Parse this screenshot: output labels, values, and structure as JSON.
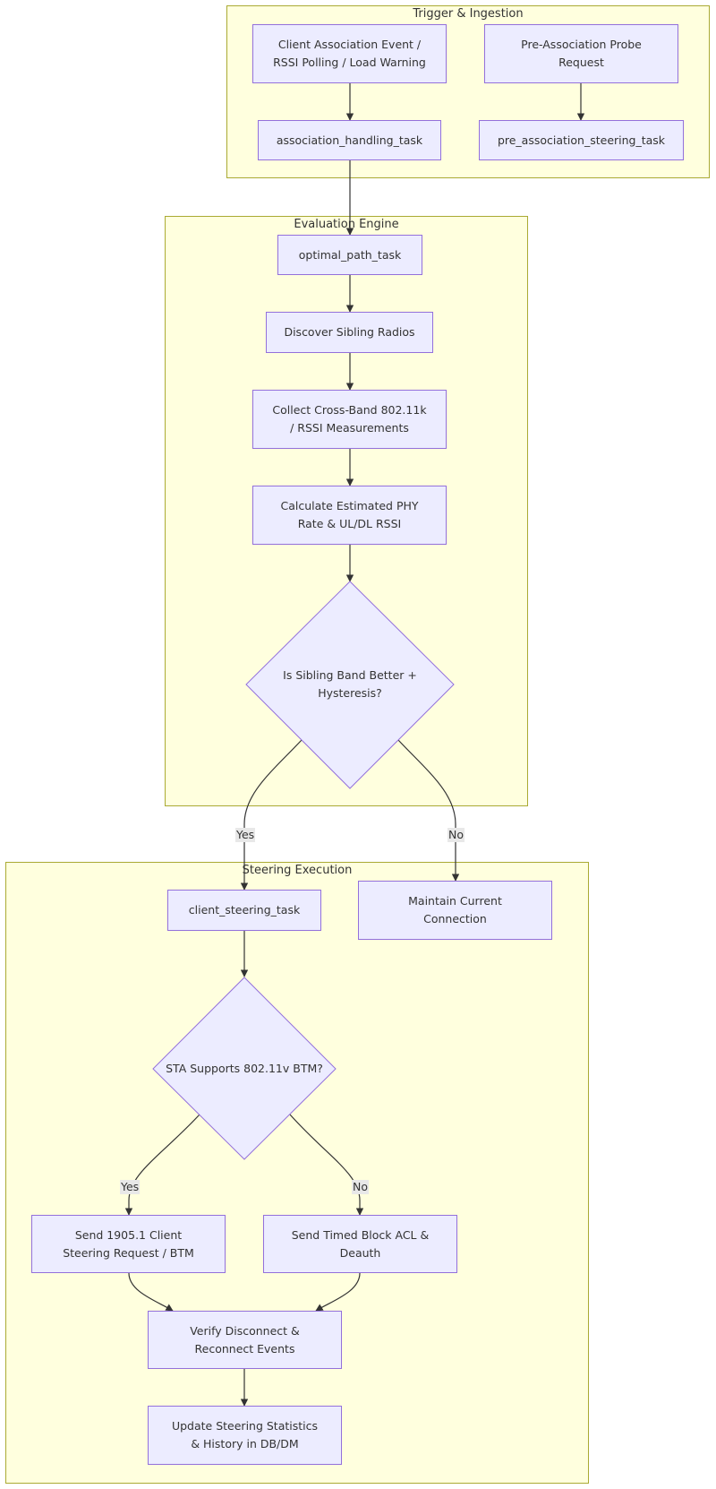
{
  "clusters": {
    "trigger": "Trigger & Ingestion",
    "evaluation": "Evaluation Engine",
    "steering": "Steering Execution"
  },
  "nodes": {
    "client_event": "Client Association Event /\nRSSI Polling / Load Warning",
    "pre_probe": "Pre-Association Probe\nRequest",
    "assoc_task": "association_handling_task",
    "pre_steer_task": "pre_association_steering_task",
    "optimal_path": "optimal_path_task",
    "discover": "Discover Sibling Radios",
    "collect": "Collect Cross-Band 802.11k\n/ RSSI Measurements",
    "calculate": "Calculate Estimated PHY\nRate & UL/DL RSSI",
    "decision_better": "Is Sibling Band Better +\nHysteresis?",
    "client_steering": "client_steering_task",
    "maintain": "Maintain Current\nConnection",
    "decision_btm": "STA Supports 802.11v BTM?",
    "send_btm": "Send 1905.1 Client\nSteering Request / BTM",
    "send_acl": "Send Timed Block ACL &\nDeauth",
    "verify": "Verify Disconnect &\nReconnect Events",
    "update": "Update Steering Statistics\n& History in DB/DM"
  },
  "edge_labels": {
    "better_yes": "Yes",
    "better_no": "No",
    "btm_yes": "Yes",
    "btm_no": "No"
  },
  "colors": {
    "node_fill": "#ececff",
    "node_border": "#9370db",
    "cluster_fill": "#ffffde",
    "cluster_border": "#aaaa33",
    "edge": "#333333"
  }
}
